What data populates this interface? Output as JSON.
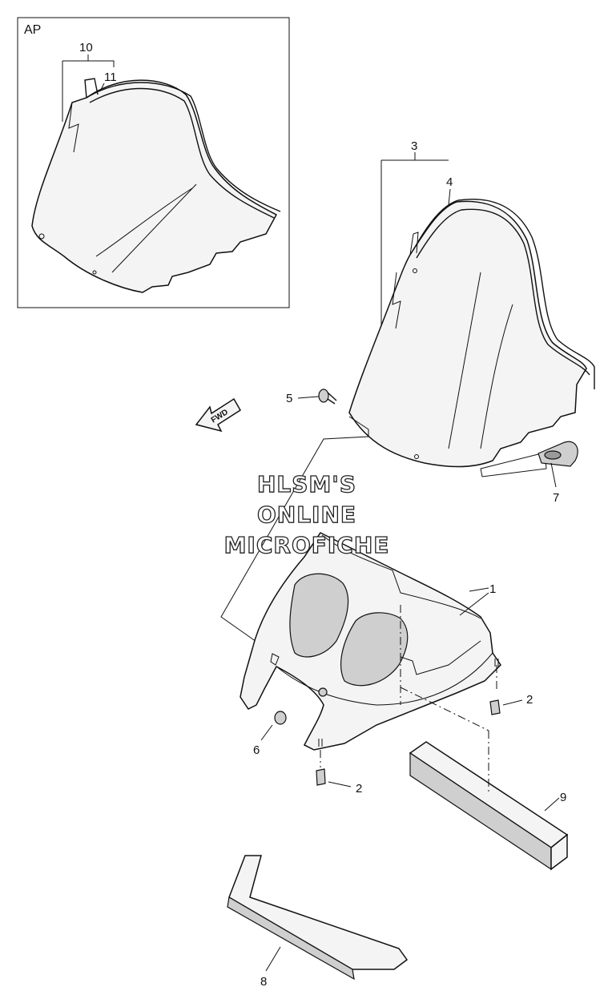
{
  "inset": {
    "label": "AP"
  },
  "callouts": [
    {
      "id": "1",
      "text": "1"
    },
    {
      "id": "2a",
      "text": "2"
    },
    {
      "id": "2b",
      "text": "2"
    },
    {
      "id": "3",
      "text": "3"
    },
    {
      "id": "4",
      "text": "4"
    },
    {
      "id": "5",
      "text": "5"
    },
    {
      "id": "6",
      "text": "6"
    },
    {
      "id": "7",
      "text": "7"
    },
    {
      "id": "8",
      "text": "8"
    },
    {
      "id": "9",
      "text": "9"
    },
    {
      "id": "10",
      "text": "10"
    },
    {
      "id": "11",
      "text": "11"
    }
  ],
  "fwd_arrow": {
    "text": "FWD"
  },
  "watermark": {
    "line1": "HLSM'S",
    "line2": "ONLINE",
    "line3": "MICROFICHE"
  }
}
